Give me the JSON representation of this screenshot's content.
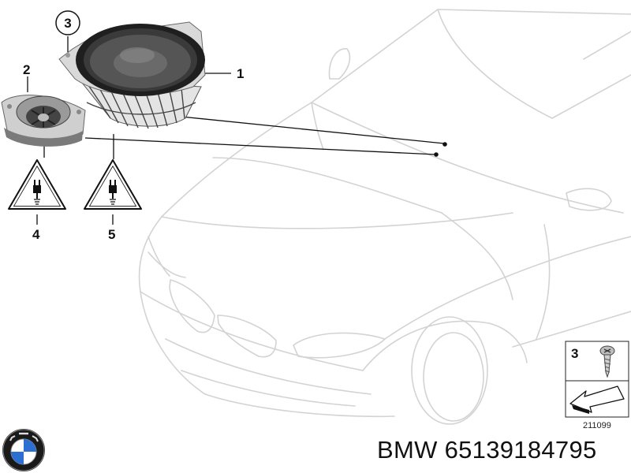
{
  "callouts": {
    "c1": "1",
    "c2": "2",
    "c3": "3",
    "c4": "4",
    "c5": "5"
  },
  "legend": {
    "number": "3"
  },
  "diagram_id": "211099",
  "footer": {
    "text": "BMW 65139184795"
  },
  "colors": {
    "car_outline": "#d3d3d3",
    "part_dark": "#2b2b2b",
    "line": "#111111",
    "logo_blue": "#2a6fd1"
  }
}
